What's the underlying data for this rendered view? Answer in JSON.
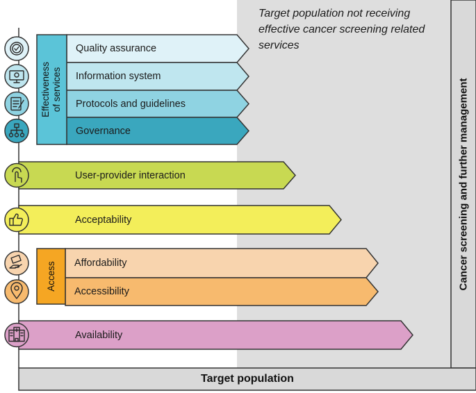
{
  "note": "Target population not receiving effective cancer screening related services",
  "side_label": "Cancer screening and further management",
  "bottom_label": "Target population",
  "groups": {
    "effectiveness": "Effectiveness of services",
    "access": "Access"
  },
  "rows": [
    {
      "label": "Quality assurance",
      "icon": "quality-badge-icon",
      "fill": "#dff2f8"
    },
    {
      "label": "Information system",
      "icon": "computer-monitor-icon",
      "fill": "#bfe6ef"
    },
    {
      "label": "Protocols and guidelines",
      "icon": "clipboard-checklist-icon",
      "fill": "#8fd3e2"
    },
    {
      "label": "Governance",
      "icon": "org-chart-icon",
      "fill": "#3aa7be"
    },
    {
      "label": "User-provider interaction",
      "icon": "touch-hand-icon",
      "fill": "#c8d952"
    },
    {
      "label": "Acceptability",
      "icon": "thumbs-up-icon",
      "fill": "#f3ee5a"
    },
    {
      "label": "Affordability",
      "icon": "money-hand-icon",
      "fill": "#f8d4ae"
    },
    {
      "label": "Accessibility",
      "icon": "location-pin-icon",
      "fill": "#f7ba6e"
    },
    {
      "label": "Availability",
      "icon": "hospital-building-icon",
      "fill": "#dca0c8"
    }
  ],
  "colors": {
    "grey_panel": "#dedede",
    "side_bar": "#d9d9d9",
    "effectiveness_box": "#5bc4d8",
    "access_box": "#f5a623",
    "stroke": "#333333"
  }
}
